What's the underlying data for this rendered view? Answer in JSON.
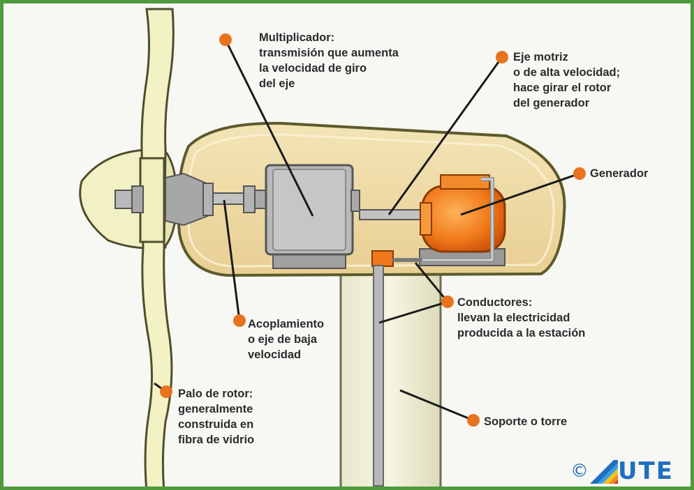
{
  "labels": {
    "multiplicador": [
      "Multiplicador:",
      "transmisión que aumenta",
      "la velocidad de giro",
      "del eje"
    ],
    "eje_motriz": [
      "Eje motriz",
      "o de alta velocidad;",
      "hace girar el rotor",
      "del generador"
    ],
    "generador": [
      "Generador"
    ],
    "conductores": [
      "Conductores:",
      "llevan la electricidad",
      "producida a la estación"
    ],
    "acoplamiento": [
      "Acoplamiento",
      "o eje de baja",
      "velocidad"
    ],
    "palo_rotor": [
      "Palo de rotor:",
      "generalmente",
      "construida en",
      "fibra de vidrio"
    ],
    "soporte": [
      "Soporte o torre"
    ]
  },
  "logo": {
    "symbol": "©",
    "text": "UTE"
  },
  "colors": {
    "frame": "#4f9a3c",
    "marker": "#e8731e",
    "blade": "#f3f2c4",
    "nacelle": "#f2e2b0",
    "generator": "#f07a1a",
    "gearbox": "#b8b8b8",
    "logo": "#1f6fc0"
  }
}
